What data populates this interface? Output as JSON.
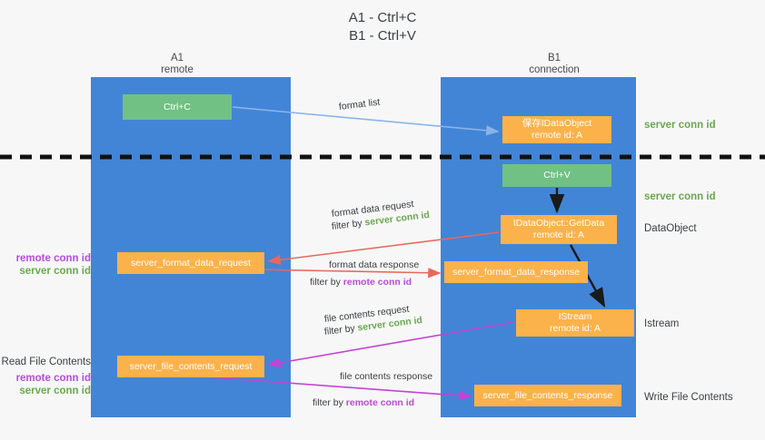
{
  "title": "A1 - Ctrl+C\nB1 - Ctrl+V",
  "lanes": [
    {
      "name": "a1",
      "title": "A1\nremote"
    },
    {
      "name": "b1",
      "title": "B1\nconnection"
    }
  ],
  "colors": {
    "lane_blue": "#4285d6",
    "box_green": "#71c184",
    "box_orange": "#fbb24a",
    "server_conn_green": "#6aa84f",
    "remote_conn_magenta": "#b94bd8",
    "arrow_lightblue": "#8ab4e8",
    "arrow_red": "#e8685c",
    "arrow_magenta": "#c343d4",
    "arrow_black": "#1a1a1a",
    "divider_black": "#111111",
    "page_bg": "#f7f7f7"
  },
  "boxes": {
    "ctrl_c": "Ctrl+C",
    "idataobject": "保存IDataObject\nremote id: A",
    "ctrl_v": "Ctrl+V",
    "getdata": "IDataObject::GetData\nremote id: A",
    "istream": "IStream\nremote id: A",
    "server_format_data_request": "server_format_data_request",
    "server_format_data_response": "server_format_data_response",
    "server_file_contents_request": "server_file_contents_request",
    "server_file_contents_response": "server_file_contents_response"
  },
  "side_labels": {
    "server_conn_id_1": "server conn id",
    "server_conn_id_2": "server conn id",
    "dataobject": "DataObject",
    "istream": "Istream",
    "write_file_contents": "Write File Contents"
  },
  "left_labels": {
    "remote_conn_id_mid": "remote conn id",
    "server_conn_id_mid": "server conn id",
    "read_file_contents": "Read File Contents",
    "remote_conn_id_bot": "remote conn id",
    "server_conn_id_bot": "server conn id"
  },
  "annotations": {
    "format_list": "format list",
    "format_data_request": "format data request",
    "format_data_request_filter_prefix": "filter by ",
    "format_data_request_filter_value": "server conn id",
    "format_data_response": "format data response",
    "format_data_response_filter_prefix": "filter by ",
    "format_data_response_filter_value": "remote conn id",
    "file_contents_request": "file contents request",
    "file_contents_request_filter_prefix": "filter by ",
    "file_contents_request_filter_value": "server conn id",
    "file_contents_response": "file contents response",
    "file_contents_response_filter_prefix": "filter by ",
    "file_contents_response_filter_value": "remote conn id"
  }
}
